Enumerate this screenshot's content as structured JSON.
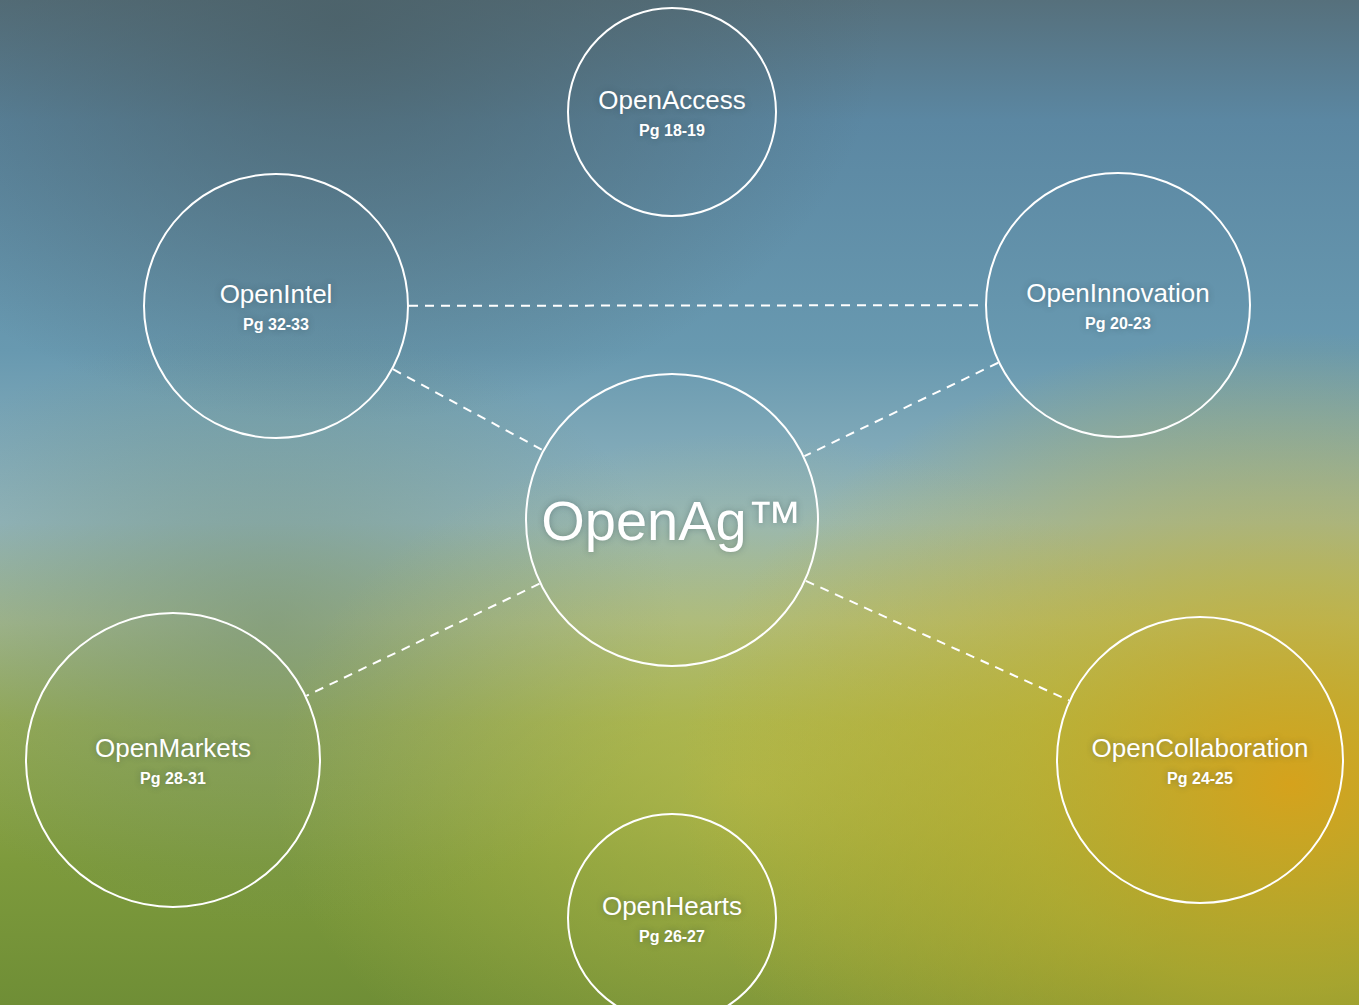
{
  "diagram": {
    "nodes": [
      {
        "text": [
          "OpenAccess",
          "Pg 18-19"
        ]
      },
      {
        "text": [
          "OpenIntel",
          "Pg 32-33"
        ]
      },
      {
        "text": [
          "OpenInnovation",
          "Pg 20-23"
        ]
      },
      {
        "text": [
          "OpenAg™"
        ]
      },
      {
        "text": [
          "OpenMarkets",
          "Pg 28-31"
        ]
      },
      {
        "text": [
          "OpenCollaboration",
          "Pg 24-25"
        ]
      },
      {
        "text": [
          "OpenHearts",
          "Pg 26-27"
        ]
      }
    ],
    "edges": [
      {
        "from": 1,
        "to": 2,
        "arrow": "none"
      },
      {
        "from": 1,
        "to": 3,
        "arrow": "none"
      },
      {
        "from": 2,
        "to": 3,
        "arrow": "none"
      },
      {
        "from": 3,
        "to": 4,
        "arrow": "none"
      },
      {
        "from": 3,
        "to": 5,
        "arrow": "none"
      }
    ]
  }
}
